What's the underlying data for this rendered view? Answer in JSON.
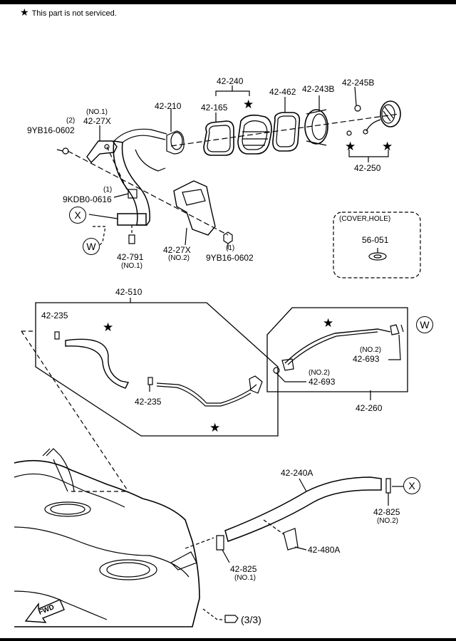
{
  "note": {
    "star": "★",
    "text": "This part is not serviced."
  },
  "labels": {
    "p42_240": "42-240",
    "p42_165": "42-165",
    "p42_462": "42-462",
    "p42_243B": "42-243B",
    "p42_245B": "42-245B",
    "p42_210": "42-210",
    "no1_top": "(NO.1)",
    "p42_27X_top": "42-27X",
    "qty2": "(2)",
    "p9YB16_top": "9YB16-0602",
    "qty1_a": "(1)",
    "p9KDB0": "9KDB0-0616",
    "p42_250": "42-250",
    "cover_hole": "(COVER,HOLE)",
    "p56_051": "56-051",
    "p42_791": "42-791",
    "no1_791": "(NO.1)",
    "p42_27X_bot": "42-27X",
    "no2_27X": "(NO.2)",
    "qty1_b": "(1)",
    "p9YB16_bot": "9YB16-0602",
    "p42_510": "42-510",
    "p42_235_a": "42-235",
    "p42_235_b": "42-235",
    "p42_260": "42-260",
    "no2_693_a": "(NO.2)",
    "p42_693_a": "42-693",
    "no2_693_b": "(NO.2)",
    "p42_693_b": "42-693",
    "p42_240A": "42-240A",
    "p42_825_no2": "42-825",
    "no2_825": "(NO.2)",
    "p42_480A": "42-480A",
    "p42_825_no1": "42-825",
    "no1_825": "(NO.1)",
    "page_ref": "(3/3)",
    "fwd": "FWD"
  },
  "callouts": {
    "x": "X",
    "w": "W"
  },
  "star_glyph": "★"
}
